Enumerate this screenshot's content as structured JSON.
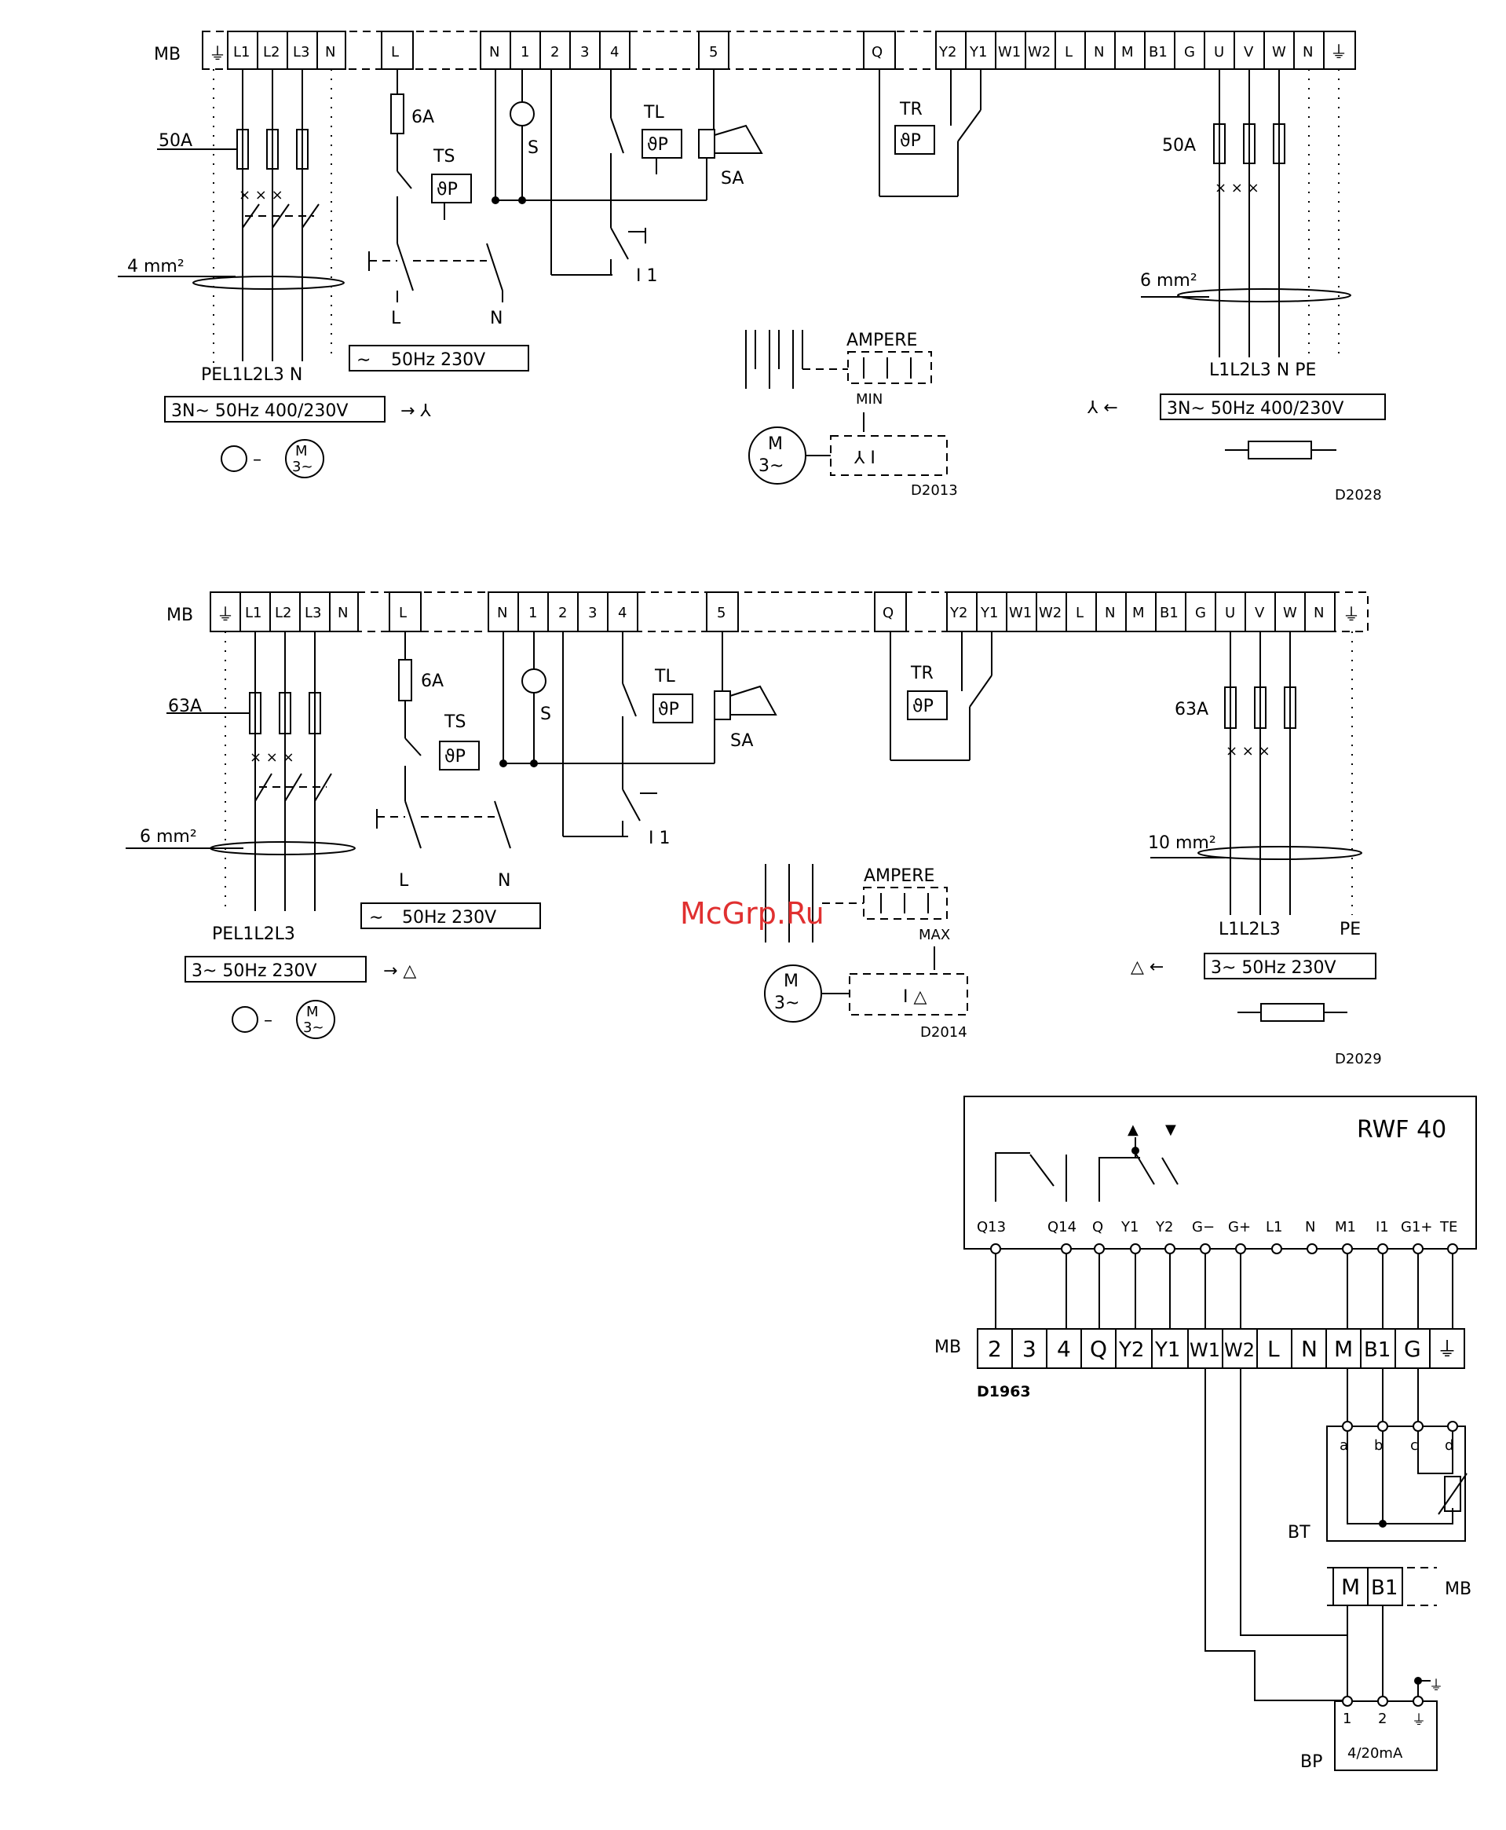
{
  "diagrams": [
    {
      "id": "D2013",
      "mb_label": "MB",
      "terminals_left": [
        "L1",
        "L2",
        "L3",
        "N"
      ],
      "terminals_mid": [
        "L",
        "N",
        "1",
        "2",
        "3",
        "4",
        "5",
        "Q"
      ],
      "terminals_right": [
        "Y2",
        "Y1",
        "W1",
        "W2",
        "L",
        "N",
        "M",
        "B1",
        "G",
        "U",
        "V",
        "W",
        "N"
      ],
      "fuse_in": "50A",
      "fuse_out": "50A",
      "fuse_ctrl": "6A",
      "cable_in": "4 mm²",
      "cable_out": "6 mm²",
      "labels": {
        "ts": "TS",
        "tl": "TL",
        "tr": "TR",
        "sa": "SA",
        "s": "S",
        "i1": "I 1",
        "l": "L",
        "n": "N"
      },
      "supply_ctrl": "50Hz 230V",
      "feed_in_terms": "PEL1L2L3 N",
      "feed_in": "3N~ 50Hz 400/230V",
      "feed_out_terms": "L1L2L3 N PE",
      "feed_out": "3N~ 50Hz 400/230V",
      "motor": {
        "m": "M",
        "ph": "3~",
        "ampere": "AMPERE",
        "sel": "MIN"
      }
    },
    {
      "id": "D2014",
      "second_id": "D2029",
      "mb_label": "MB",
      "terminals_left": [
        "L1",
        "L2",
        "L3",
        "N"
      ],
      "terminals_mid": [
        "L",
        "N",
        "1",
        "2",
        "3",
        "4",
        "5",
        "Q"
      ],
      "terminals_right": [
        "Y2",
        "Y1",
        "W1",
        "W2",
        "L",
        "N",
        "M",
        "B1",
        "G",
        "U",
        "V",
        "W",
        "N"
      ],
      "fuse_in": "63A",
      "fuse_out": "63A",
      "fuse_ctrl": "6A",
      "cable_in": "6 mm²",
      "cable_out": "10 mm²",
      "labels": {
        "ts": "TS",
        "tl": "TL",
        "tr": "TR",
        "sa": "SA",
        "s": "S",
        "i1": "I 1",
        "l": "L",
        "n": "N"
      },
      "supply_ctrl": "50Hz 230V",
      "feed_in_terms": "PEL1L2L3",
      "feed_in": "3~ 50Hz 230V",
      "feed_out_terms": "L1L2L3",
      "feed_out_pe": "PE",
      "feed_out": "3~ 50Hz 230V",
      "motor": {
        "m": "M",
        "ph": "3~",
        "ampere": "AMPERE",
        "sel": "MAX"
      }
    }
  ],
  "top_right_id": "D2028",
  "rwf": {
    "title": "RWF 40",
    "terminals": [
      "Q13",
      "Q14",
      "Q",
      "Y1",
      "Y2",
      "G−",
      "G+",
      "L1",
      "N",
      "M1",
      "I1",
      "G1+",
      "TE"
    ],
    "mb_label": "MB",
    "mb_terminals": [
      "2",
      "3",
      "4",
      "Q",
      "Y2",
      "Y1",
      "W1",
      "W2",
      "L",
      "N",
      "M",
      "B1",
      "G"
    ],
    "id": "D1963",
    "bt_label": "BT",
    "bt_pins": [
      "a",
      "b",
      "c",
      "d"
    ],
    "mb2_terminals": [
      "M",
      "B1"
    ],
    "mb2_label": "MB",
    "bp_label": "BP",
    "bp_pins": [
      "1",
      "2"
    ],
    "bp_signal": "4/20mA"
  },
  "watermark": "McGrp.Ru"
}
